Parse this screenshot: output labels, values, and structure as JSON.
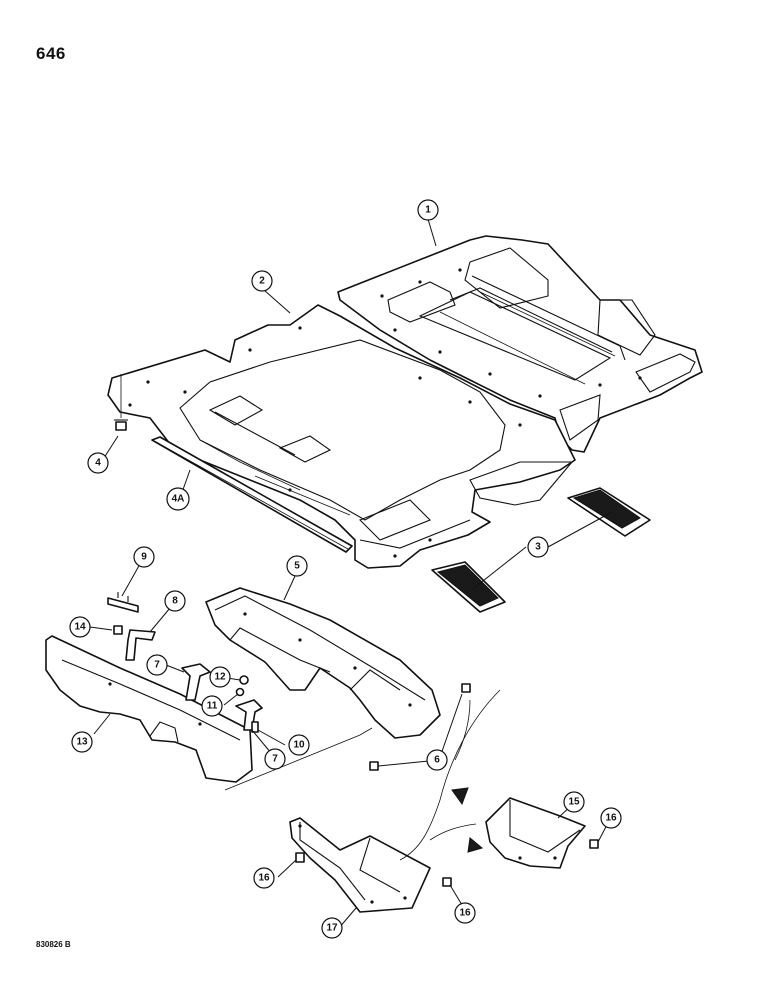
{
  "page_number": "646",
  "figure_code": "830826 B",
  "callouts": [
    {
      "id": "c1",
      "label": "1"
    },
    {
      "id": "c2",
      "label": "2"
    },
    {
      "id": "c3",
      "label": "3"
    },
    {
      "id": "c4",
      "label": "4"
    },
    {
      "id": "c4a",
      "label": "4A"
    },
    {
      "id": "c5",
      "label": "5"
    },
    {
      "id": "c6",
      "label": "6"
    },
    {
      "id": "c7a",
      "label": "7"
    },
    {
      "id": "c7b",
      "label": "7"
    },
    {
      "id": "c8",
      "label": "8"
    },
    {
      "id": "c9",
      "label": "9"
    },
    {
      "id": "c10",
      "label": "10"
    },
    {
      "id": "c11",
      "label": "11"
    },
    {
      "id": "c12",
      "label": "12"
    },
    {
      "id": "c13",
      "label": "13"
    },
    {
      "id": "c14",
      "label": "14"
    },
    {
      "id": "c15",
      "label": "15"
    },
    {
      "id": "c16a",
      "label": "16"
    },
    {
      "id": "c16b",
      "label": "16"
    },
    {
      "id": "c16c",
      "label": "16"
    },
    {
      "id": "c17",
      "label": "17"
    }
  ]
}
